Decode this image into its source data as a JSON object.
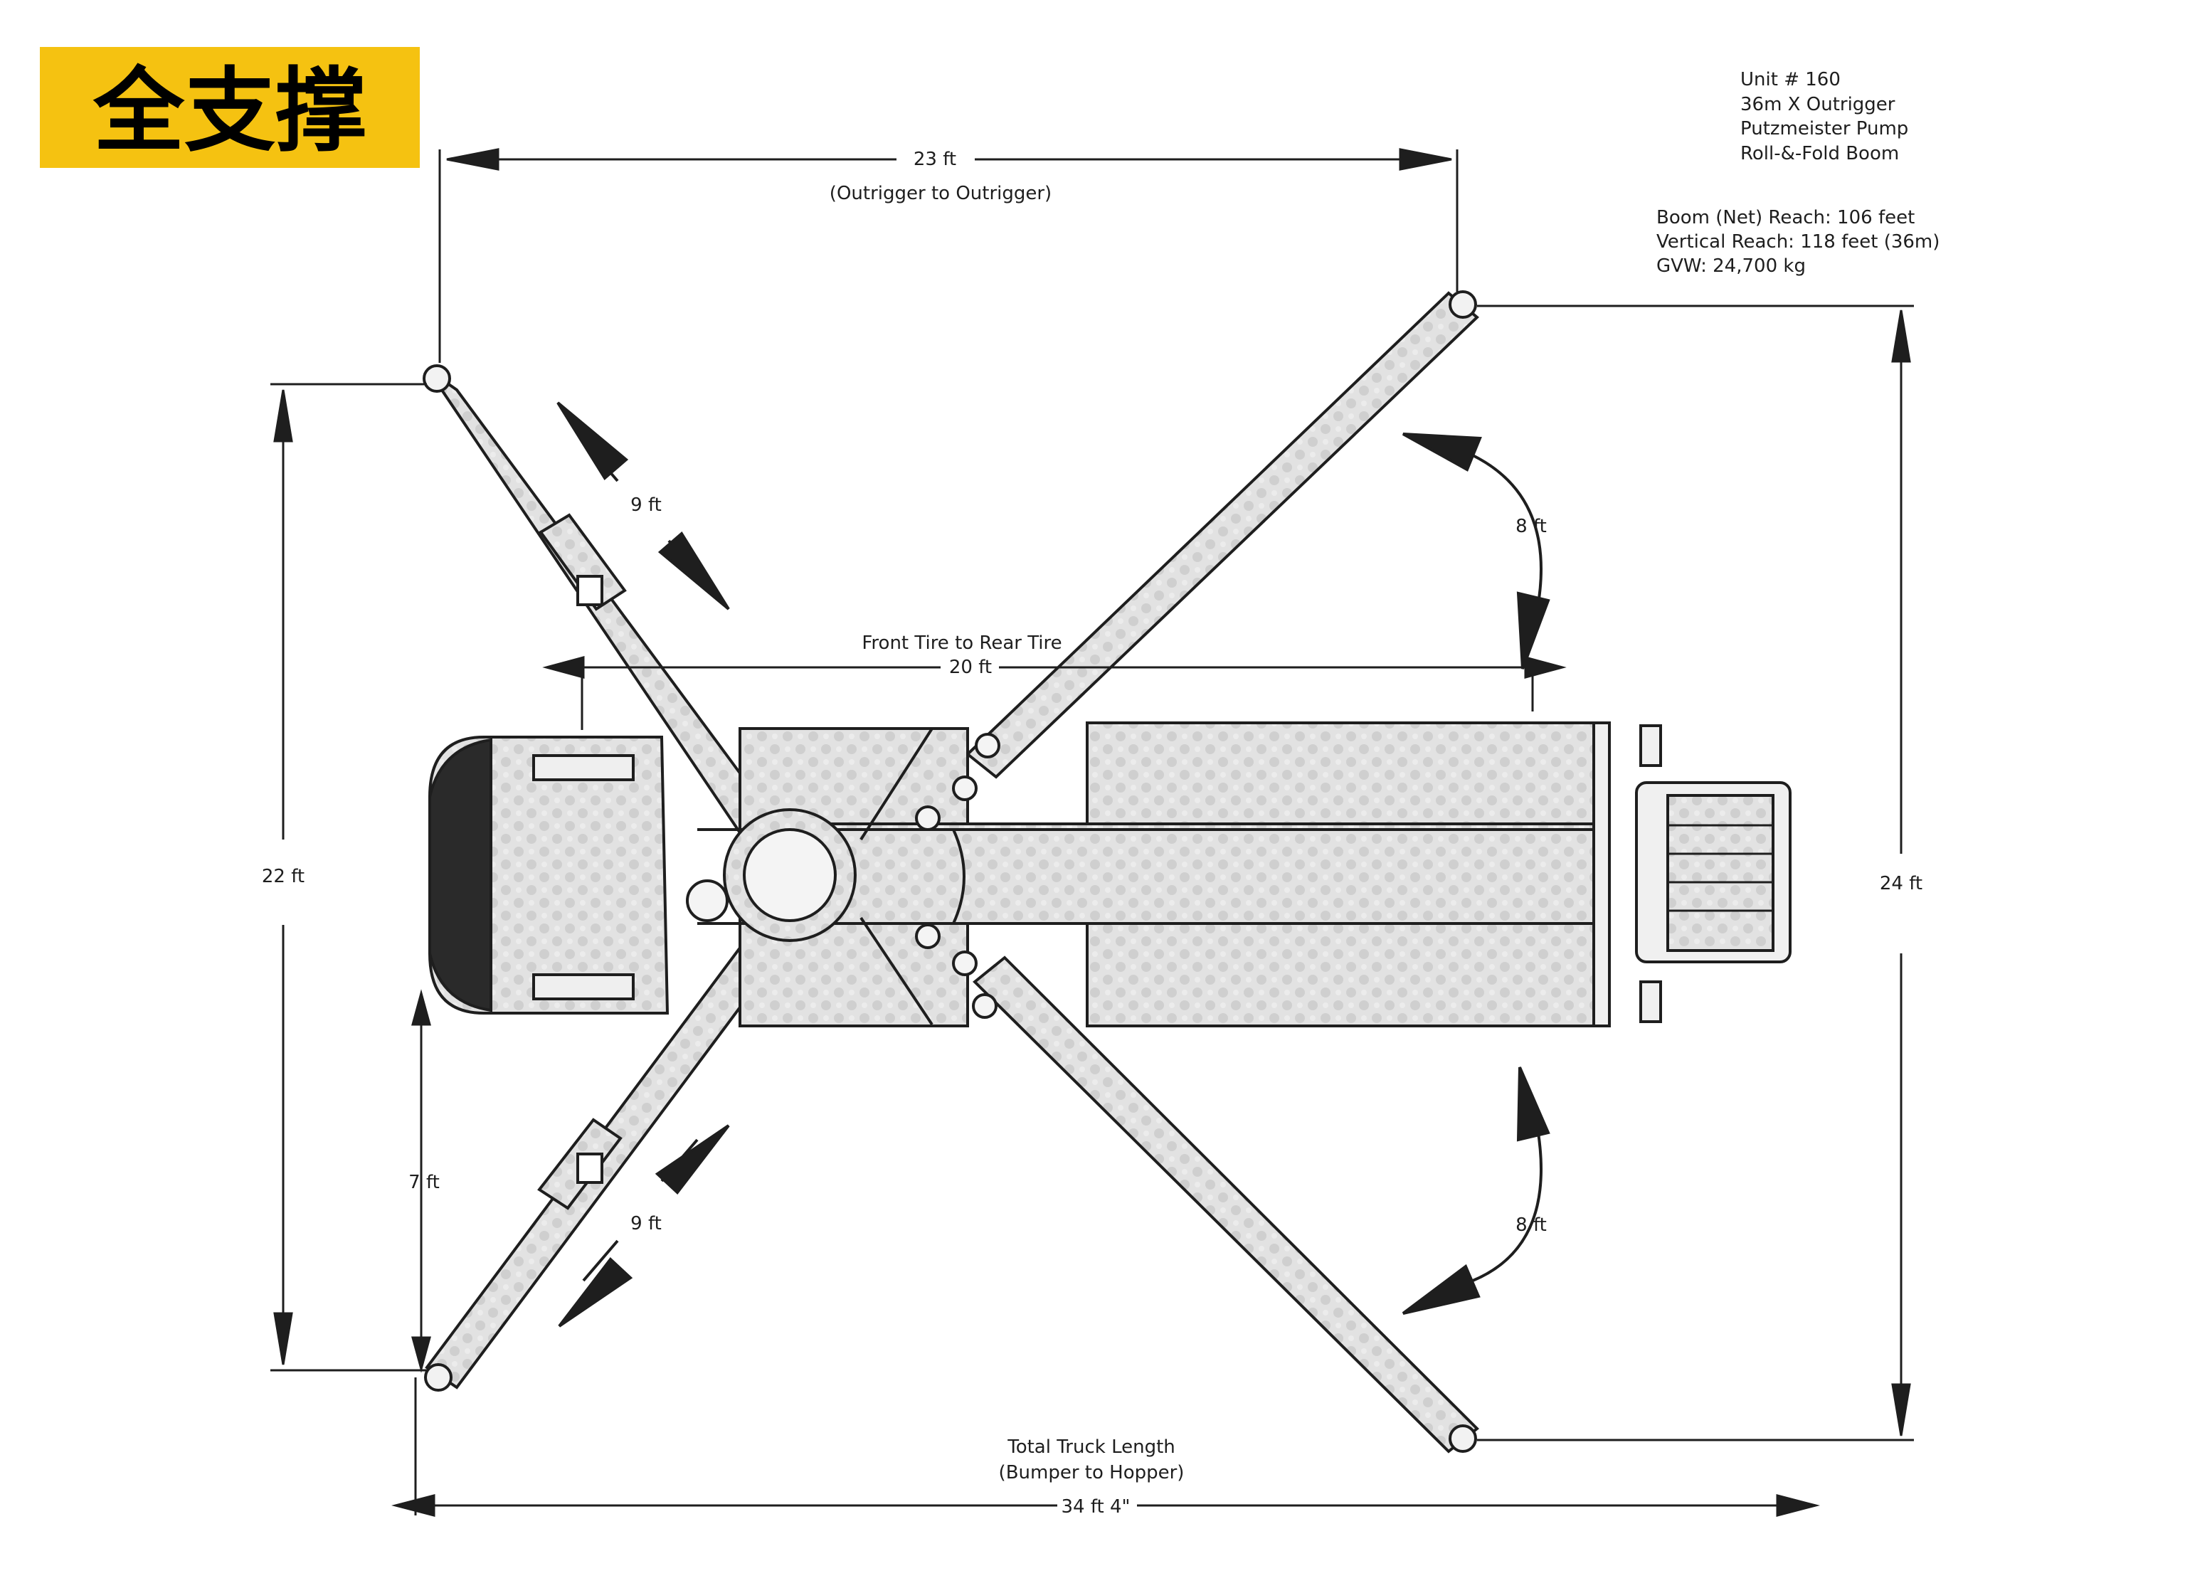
{
  "badge": {
    "text": "全支撑",
    "color": "#f5c211"
  },
  "unit_info": {
    "line1": "Unit #  160",
    "line2": "36m X Outrigger",
    "line3": "Putzmeister Pump",
    "line4": "Roll-&-Fold Boom"
  },
  "specs": {
    "line1": "Boom (Net) Reach: 106 feet",
    "line2": "Vertical Reach: 118 feet (36m)",
    "line3": "GVW: 24,700 kg"
  },
  "dimensions": {
    "top_span": "23 ft",
    "top_span_note": "(Outrigger to Outrigger)",
    "left_height": "22 ft",
    "right_height": "24 ft",
    "front_extend": "9 ft",
    "rear_extend": "9 ft",
    "upper_swing": "8 ft",
    "lower_swing": "8 ft",
    "left_lower": "7 ft",
    "tire_title": "Front Tire to Rear Tire",
    "tire_value": "20 ft",
    "length_title": "Total Truck Length",
    "length_note": "(Bumper to Hopper)",
    "length_value": "34 ft 4\""
  },
  "colors": {
    "ink": "#1e1e1e",
    "fill": "#d8d8d8"
  }
}
